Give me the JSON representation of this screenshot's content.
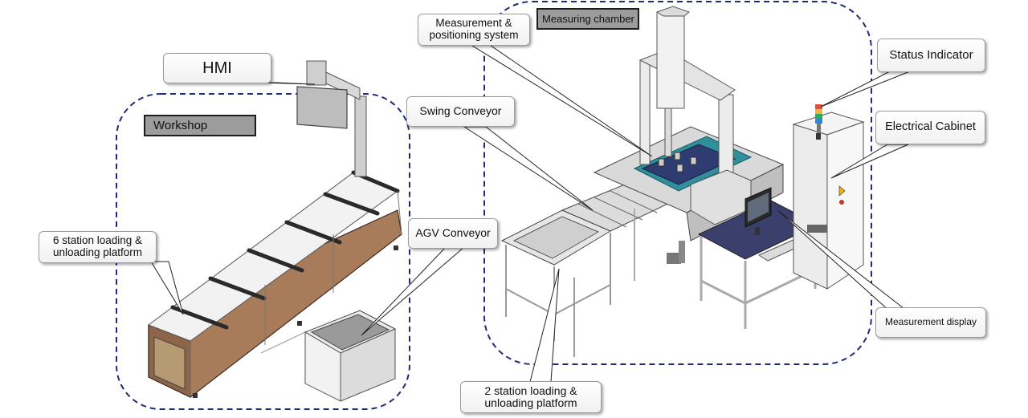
{
  "zones": {
    "workshop": "Workshop",
    "measuring_chamber": "Measuring chamber"
  },
  "callouts": {
    "hmi": "HMI",
    "measurement_positioning": "Measurement &\npositioning system",
    "swing_conveyor": "Swing Conveyor",
    "agv_conveyor": "AGV Conveyor",
    "six_station": "6 station loading &\nunloading platform",
    "two_station": "2 station loading &\nunloading platform",
    "status_indicator": "Status Indicator",
    "electrical_cabinet": "Electrical Cabinet",
    "measurement_display": "Measurement display"
  },
  "colors": {
    "zone_border": "#1f2a78",
    "zone_label_bg": "#9c9c9c",
    "cabinet_brown": "#a87b5b",
    "turquoise": "#2f8f9a",
    "navy_panel": "#3a3f6b"
  }
}
